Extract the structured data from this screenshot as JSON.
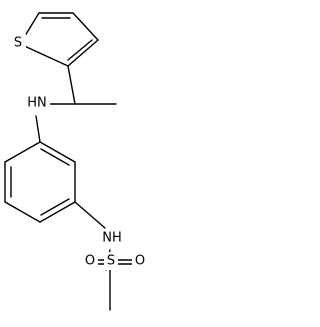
{
  "atoms": {
    "thiophene_s": "S",
    "amine_nh": "HN",
    "sulfonamide_nh": "NH",
    "sulfonyl_s": "S",
    "oxygen_left": "O",
    "oxygen_right": "O"
  }
}
